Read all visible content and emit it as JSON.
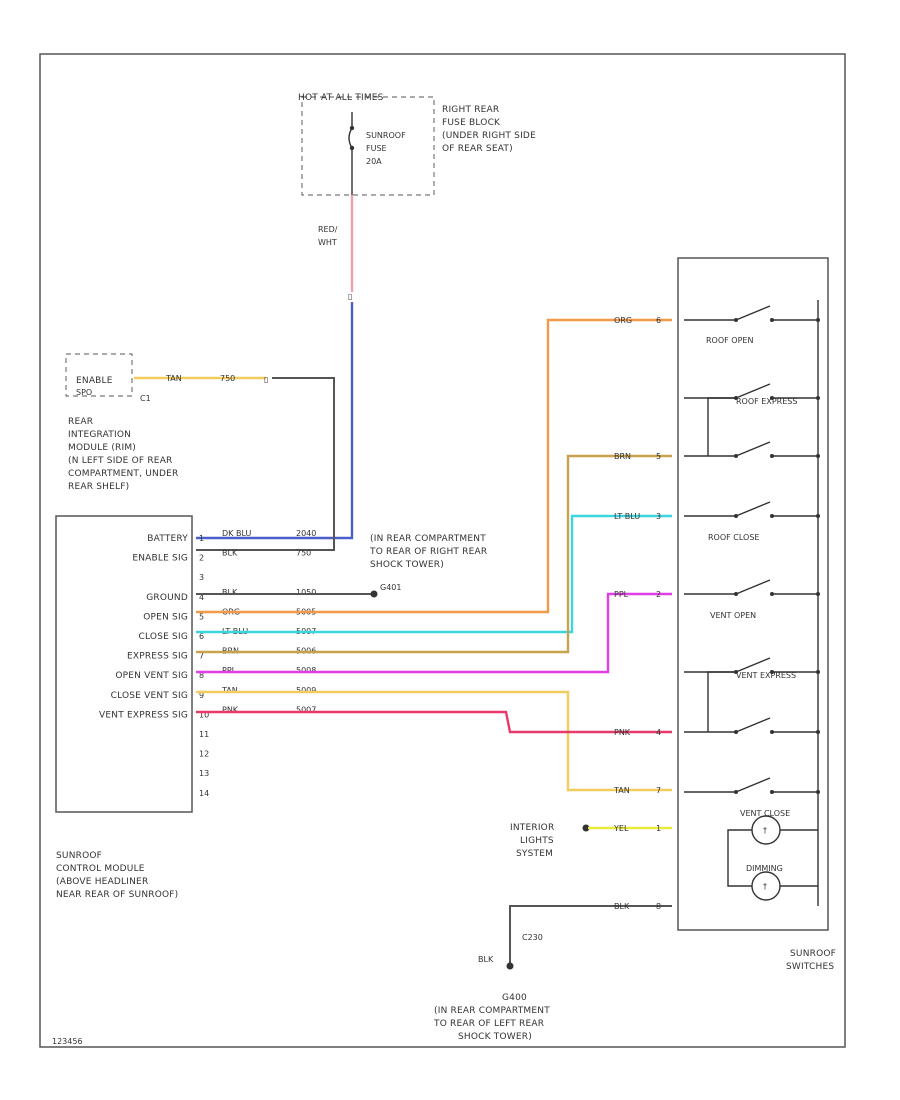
{
  "fuse_box": {
    "header": "HOT AT ALL TIMES",
    "fuse_label": [
      "SUNROOF",
      "FUSE",
      "20A"
    ],
    "location": [
      "RIGHT REAR",
      "FUSE BLOCK",
      "(UNDER RIGHT SIDE",
      "OF REAR SEAT)"
    ]
  },
  "fuse_wire": {
    "color_code": [
      "RED/",
      "WHT"
    ]
  },
  "rim": {
    "enable_label": "ENABLE",
    "enable_sub": "SPO",
    "connector": "C1",
    "description": [
      "REAR",
      "INTEGRATION",
      "MODULE (RIM)",
      "(N LEFT SIDE OF REAR",
      "COMPARTMENT, UNDER",
      "REAR SHELF)"
    ]
  },
  "ground_note": [
    "(IN REAR COMPARTMENT",
    "TO REAR OF RIGHT REAR",
    "SHOCK TOWER)"
  ],
  "ground_id": "G401",
  "module": {
    "pins": [
      {
        "num": "1",
        "label": "BATTERY",
        "wire": "DK BLU",
        "circuit": "2040",
        "color": "#4a5fc8"
      },
      {
        "num": "2",
        "label": "ENABLE SIG",
        "wire": "BLK",
        "circuit": "750",
        "color": "#555555"
      },
      {
        "num": "3",
        "label": "",
        "wire": "",
        "circuit": "",
        "color": ""
      },
      {
        "num": "4",
        "label": "GROUND",
        "wire": "BLK",
        "circuit": "1050",
        "color": "#555555"
      },
      {
        "num": "5",
        "label": "OPEN SIG",
        "wire": "ORG",
        "circuit": "5005",
        "color": "#f29a4a"
      },
      {
        "num": "6",
        "label": "CLOSE SIG",
        "wire": "LT BLU",
        "circuit": "5007",
        "color": "#3cd6df"
      },
      {
        "num": "7",
        "label": "EXPRESS SIG",
        "wire": "BRN",
        "circuit": "5006",
        "color": "#c8a24c"
      },
      {
        "num": "8",
        "label": "OPEN VENT SIG",
        "wire": "PPL",
        "circuit": "5008",
        "color": "#e23ee6"
      },
      {
        "num": "9",
        "label": "CLOSE VENT SIG",
        "wire": "TAN",
        "circuit": "5009",
        "color": "#f2cc5c"
      },
      {
        "num": "10",
        "label": "VENT EXPRESS SIG",
        "wire": "PNK",
        "circuit": "5007",
        "color": "#e83a6a"
      },
      {
        "num": "11",
        "label": "",
        "wire": "",
        "circuit": "",
        "color": ""
      },
      {
        "num": "12",
        "label": "",
        "wire": "",
        "circuit": "",
        "color": ""
      },
      {
        "num": "13",
        "label": "",
        "wire": "",
        "circuit": "",
        "color": ""
      },
      {
        "num": "14",
        "label": "",
        "wire": "",
        "circuit": "",
        "color": ""
      }
    ],
    "description": [
      "SUNROOF",
      "CONTROL MODULE",
      "(ABOVE HEADLINER",
      "NEAR REAR OF SUNROOF)"
    ]
  },
  "rim_wire": {
    "color_code": "TAN",
    "circuit": "750"
  },
  "switch_panel": {
    "inputs": [
      {
        "wire": "ORG",
        "pin": "6"
      },
      {
        "wire": "BRN",
        "pin": "5"
      },
      {
        "wire": "LT BLU",
        "pin": "3"
      },
      {
        "wire": "PPL",
        "pin": "2"
      },
      {
        "wire": "PNK",
        "pin": "4"
      },
      {
        "wire": "TAN",
        "pin": "7"
      },
      {
        "wire": "YEL",
        "pin": "1"
      },
      {
        "wire": "BLK",
        "pin": "8"
      }
    ],
    "switches": [
      "ROOF OPEN",
      "ROOF EXPRESS",
      "ROOF CLOSE",
      "VENT OPEN",
      "VENT EXPRESS",
      "VENT CLOSE"
    ],
    "lamp_label": "DIMMING",
    "description": [
      "SUNROOF",
      "SWITCHES"
    ]
  },
  "interior_lights": [
    "INTERIOR",
    "LIGHTS",
    "SYSTEM"
  ],
  "ground2": {
    "connector": "C230",
    "wire": "BLK",
    "id": "G400",
    "description": [
      "(IN REAR COMPARTMENT",
      "TO REAR OF LEFT REAR",
      "SHOCK TOWER)"
    ]
  },
  "footer_id": "123456"
}
